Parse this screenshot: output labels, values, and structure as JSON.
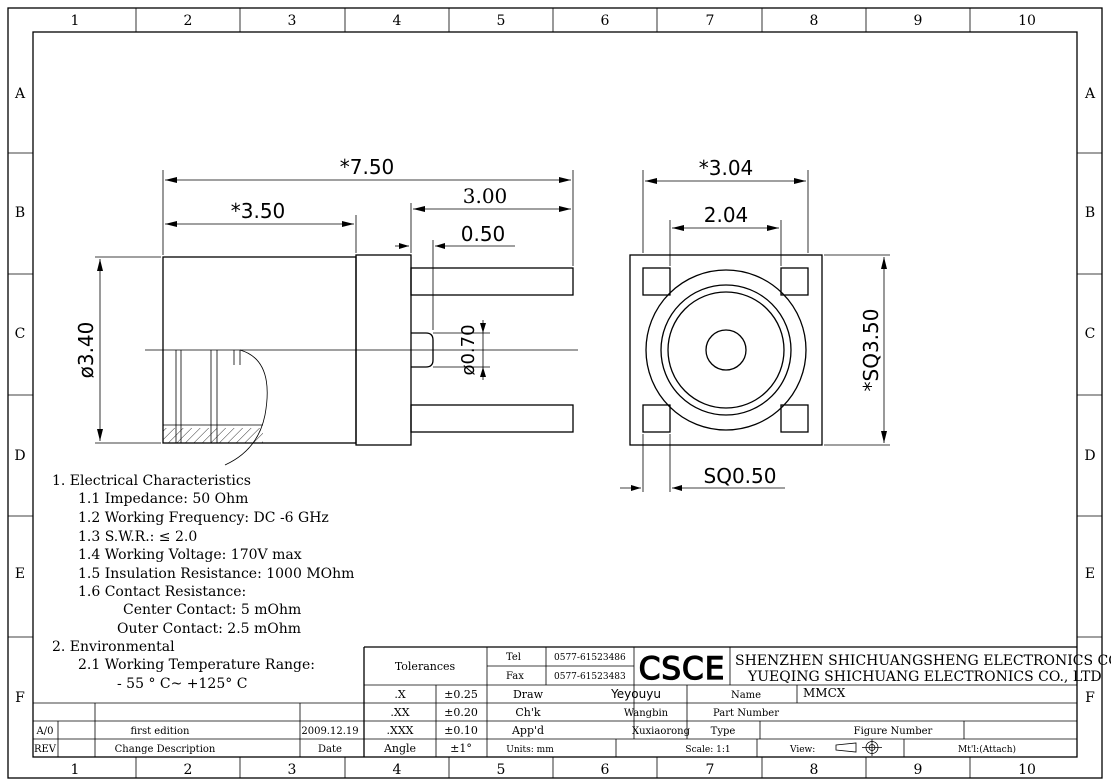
{
  "grid": {
    "columns": [
      "1",
      "2",
      "3",
      "4",
      "5",
      "6",
      "7",
      "8",
      "9",
      "10"
    ],
    "rows": [
      "A",
      "B",
      "C",
      "D",
      "E",
      "F"
    ]
  },
  "dimensions": {
    "overall_length": "*7.50",
    "body_length": "*3.50",
    "pin_length": "3.00",
    "pin_step": "0.50",
    "body_diameter": "ø3.40",
    "pin_diameter": "ø0.70",
    "flange_width": "*3.04",
    "inner_pin_spacing": "2.04",
    "square_size": "*SQ3.50",
    "pad_size": "SQ0.50"
  },
  "notes": [
    "1. Electrical Characteristics",
    "1.1 Impedance: 50 Ohm",
    "1.2 Working Frequency: DC -6 GHz",
    "1.3 S.W.R.: ≤ 2.0",
    "1.4 Working Voltage: 170V max",
    "1.5 Insulation Resistance: 1000 MOhm",
    "1.6 Contact Resistance:",
    "Center Contact: 5 mOhm",
    "Outer Contact: 2.5 mOhm",
    "2. Environmental",
    "2.1 Working Temperature Range:",
    "- 55 ° C~ +125° C"
  ],
  "title_block": {
    "tolerances_label": "Tolerances",
    "tol": [
      {
        "k": ".X",
        "v": "±0.25"
      },
      {
        "k": ".XX",
        "v": "±0.20"
      },
      {
        "k": ".XXX",
        "v": "±0.10"
      },
      {
        "k": "Angle",
        "v": "±1°"
      }
    ],
    "tel_label": "Tel",
    "tel": "0577-61523486",
    "fax_label": "Fax",
    "fax": "0577-61523483",
    "logo": "CSCE",
    "company_1": "SHENZHEN SHICHUANGSHENG ELECTRONICS CO.,LTD",
    "company_2": "YUEQING SHICHUANG ELECTRONICS CO., LTD",
    "draw_label": "Draw",
    "draw": "Yeyouyu",
    "chk_label": "Ch'k",
    "chk": "Wangbin",
    "app_label": "App'd",
    "app": "Xuxiaorong",
    "name_label": "Name",
    "name": "MMCX",
    "part_label": "Part Number",
    "type_label": "Type",
    "figure_label": "Figure Number",
    "units": "Units: mm",
    "scale": "Scale: 1:1",
    "view": "View:",
    "material": "Mt'l:(Attach)",
    "rev_row": {
      "rev": "A/0",
      "desc": "first edition",
      "date": "2009.12.19"
    },
    "rev_header": {
      "rev": "REV",
      "desc": "Change Description",
      "date": "Date"
    }
  }
}
